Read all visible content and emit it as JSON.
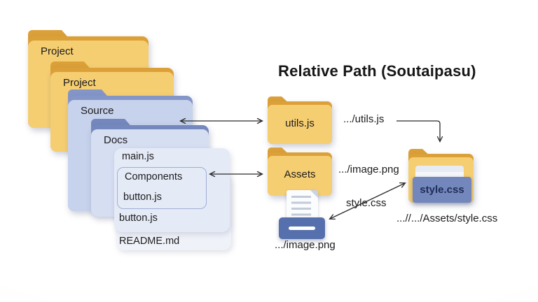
{
  "title": "Relative Path (Soutaipasu)",
  "left_stack": {
    "project_outer": "Project",
    "project_inner": "Project",
    "source": "Source",
    "docs": "Docs"
  },
  "files": {
    "main_js": "main.js",
    "components": "Components",
    "button_js_inner": "button.js",
    "button_js_outer": "button.js",
    "readme": "README.md"
  },
  "folders": {
    "utils": "utils.js",
    "assets": "Assets",
    "style_file": "style.css"
  },
  "paths": {
    "utils": ".../utils.js",
    "image_top": ".../image.png",
    "style_css": "style.css",
    "image_bottom": ".../image.png",
    "assets_style": "...//.../Assets/style.css"
  },
  "icons": {
    "image_file": "image-file-icon",
    "arrow_source_utils": "double-arrow-icon",
    "arrow_components_assets": "double-arrow-icon",
    "arrow_utils_elbow": "elbow-arrow-icon",
    "arrow_image_style": "double-arrow-icon"
  },
  "colors": {
    "yellow_back": "#DCA039",
    "yellow_front": "#F6CE72",
    "blue_back": "#8495C8",
    "blue_back_dark": "#7488BE",
    "blue_front": "#C7D2EC",
    "docs_front": "#D6DEF2",
    "sheet": "#E4EAF6",
    "sheet_light": "#EFF2F9",
    "box_border": "#9FAFD6",
    "tray_blue": "#5570AC",
    "style_box_blue": "#7487BD",
    "style_text": "#1E2D55",
    "text": "#1C1C1C",
    "arrow": "#2B2B2B"
  }
}
